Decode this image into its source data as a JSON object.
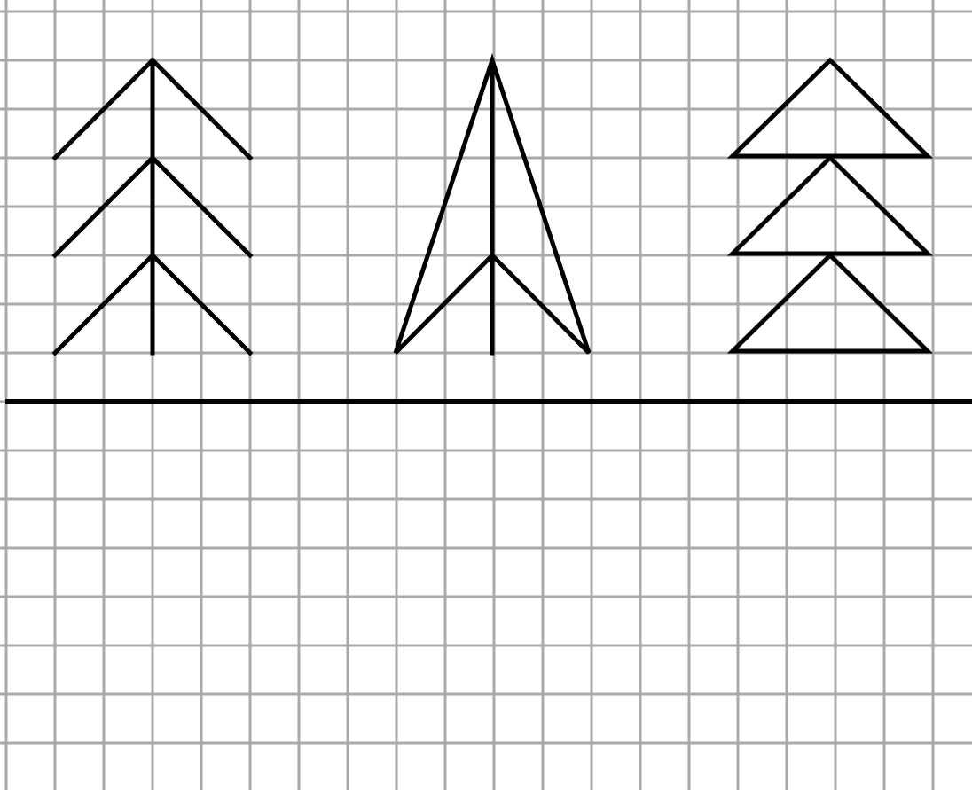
{
  "colors": {
    "background": "#ffffff",
    "grid": "#a9a9a9",
    "ink": "#000000"
  },
  "figures": [
    {
      "name": "tree-with-branches",
      "description_kind": "stick-tree"
    },
    {
      "name": "arrow-tree",
      "description_kind": "outlined-tree"
    },
    {
      "name": "stacked-triangles-tree",
      "description_kind": "triangle-tree"
    }
  ]
}
